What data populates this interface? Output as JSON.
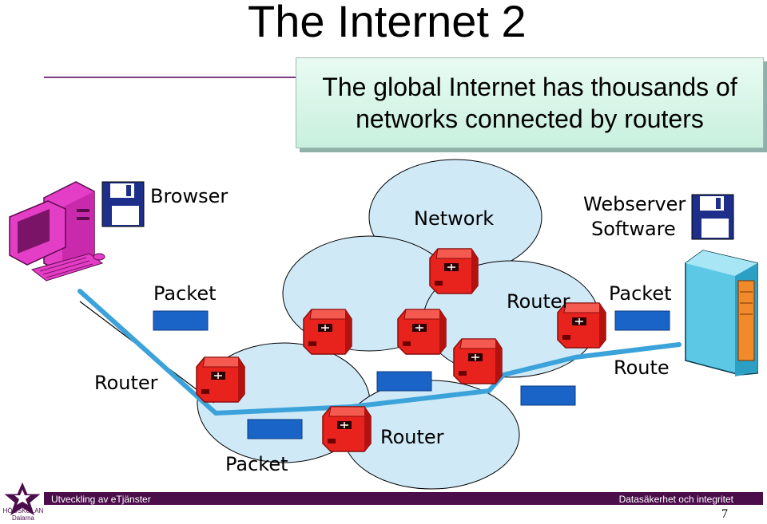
{
  "title": "The Internet 2",
  "callout": {
    "line1": "The global Internet has thousands of",
    "line2": "networks connected by routers"
  },
  "labels": {
    "browser": "Browser",
    "network": "Network",
    "webserver_line1": "Webserver",
    "webserver_line2": "Software",
    "packet_left": "Packet",
    "router_mid": "Router",
    "packet_right": "Packet",
    "router_left": "Router",
    "route": "Route",
    "router_bottom": "Router",
    "packet_bottom": "Packet"
  },
  "footer": {
    "left": "Utveckling av eTjänster",
    "right": "Datasäkerhet och integritet",
    "page": "7",
    "logo_line1": "HÖGSKOLAN",
    "logo_line2": "Dalarna"
  },
  "colors": {
    "network_fill": "#cfe9f7",
    "router": "#e8231e",
    "packet": "#1a64c8",
    "route_line": "#3ba3d9",
    "accent": "#4b0e4b"
  },
  "icons": [
    "computer-icon",
    "floppy-disk-icon",
    "server-icon",
    "router-icon",
    "logo-star-icon"
  ]
}
